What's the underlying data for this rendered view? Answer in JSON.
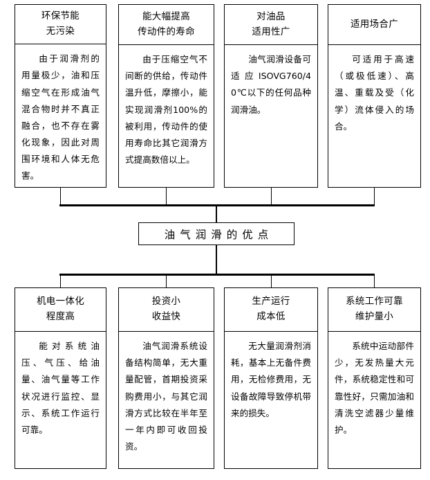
{
  "diagram": {
    "title": "油气润滑的优点",
    "title_box": {
      "label": "油气润滑的优点"
    },
    "advantages_top": [
      {
        "head_line1": "环保节能",
        "head_line2": "无污染",
        "body": "由于润滑剂的用量极少，油和压缩空气在形成油气混合物时并不真正融合，也不存在雾化现象，因此对周围环境和人体无危害。"
      },
      {
        "head_line1": "能大幅提高",
        "head_line2": "传动件的寿命",
        "body": "由于压缩空气不间断的供给，传动件温升低，摩擦小，能实现润滑剂100%的被利用，传动件的使用寿命比其它润滑方式提高数倍以上。"
      },
      {
        "head_line1": "对油品",
        "head_line2": "适用性广",
        "body": "油气润滑设备可适应ISOVG760/40℃以下的任何品种润滑油。"
      },
      {
        "head_line1": "适用场合广",
        "head_line2": "",
        "body": "可适用于高速（或极低速）、高温、重载及受（化学）流体侵入的场合。"
      }
    ],
    "advantages_bottom": [
      {
        "head_line1": "机电一体化",
        "head_line2": "程度高",
        "body": "能对系统油压、气压、给油量、油气量等工作状况进行监控、显示、系统工作运行可靠。"
      },
      {
        "head_line1": "投资小",
        "head_line2": "收益快",
        "body": "油气润滑系统设备结构简单，无大重量配管，首期投资采购费用小，与其它润滑方式比较在半年至一年内即可收回投资。"
      },
      {
        "head_line1": "生产运行",
        "head_line2": "成本低",
        "body": "无大量润滑剂消耗，基本上无备件费用，无检修费用，无设备故障导致停机带来的损失。"
      },
      {
        "head_line1": "系统工作可靠",
        "head_line2": "维护量小",
        "body": "系统中运动部件少，无发热量大元件，系统稳定性和可靠性好，只需加油和清洗空滤器少量维护。"
      }
    ],
    "colors": {
      "line": "#000000",
      "background": "#ffffff",
      "text": "#000000"
    }
  }
}
